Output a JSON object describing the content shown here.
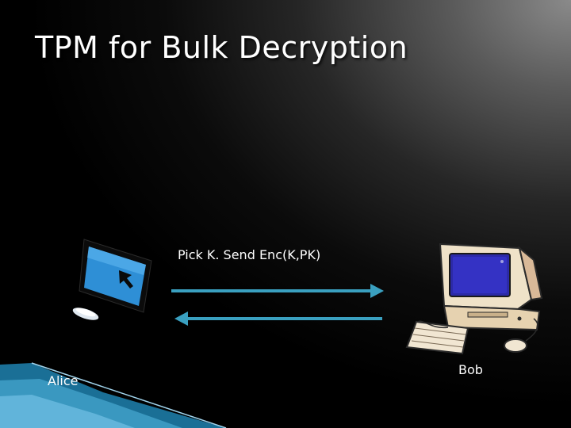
{
  "slide": {
    "title": "TPM for Bulk Decryption"
  },
  "diagram": {
    "message_label": "Pick K. Send Enc(K,PK)",
    "actors": {
      "left": "Alice",
      "right": "Bob"
    },
    "arrows": [
      {
        "direction": "right"
      },
      {
        "direction": "left"
      }
    ],
    "colors": {
      "arrow": "#3aa0c0",
      "background": "#000000",
      "text": "#ffffff"
    },
    "icons": [
      "laptop-icon",
      "desktop-computer-icon"
    ]
  }
}
